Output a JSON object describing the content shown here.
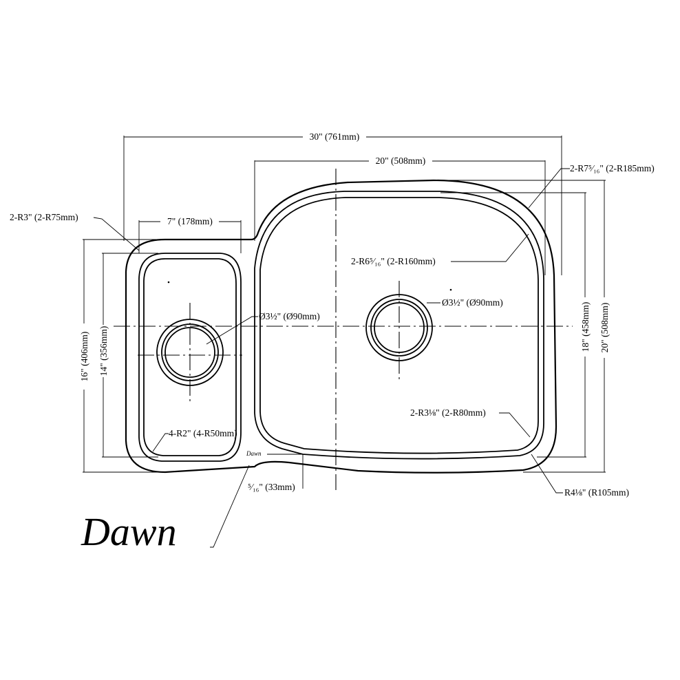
{
  "dimensions": {
    "overall_width": "30\" (761mm)",
    "large_bowl_width": "20\" (508mm)",
    "small_bowl_width": "7\" (178mm)",
    "small_outer_height": "16\" (406mm)",
    "small_bowl_height": "14\" (356mm)",
    "large_bowl_height": "18\" (458mm)",
    "large_outer_height": "20\" (508mm)",
    "small_corner_radius": "2-R3\"  (2-R75mm)",
    "small_bottom_radius": "4-R2\"  (4-R50mm)",
    "large_top_radius_outer": "2-R7⁵⁄₁₆\"  (2-R185mm)",
    "large_top_radius_inner": "2-R6⁵⁄₁₆\"  (2-R160mm)",
    "small_drain": "Ø3½\"  (Ø90mm)",
    "large_drain": "Ø3½\"  (Ø90mm)",
    "large_bottom_radius": "2-R3⅛\"  (2-R80mm)",
    "outer_bottom_radius": "R4⅛\"  (R105mm)",
    "divider_width": "⁵⁄₁₆\"  (33mm)"
  },
  "brand": {
    "logo_text": "Dawn",
    "stamp_text": "Dawn"
  }
}
